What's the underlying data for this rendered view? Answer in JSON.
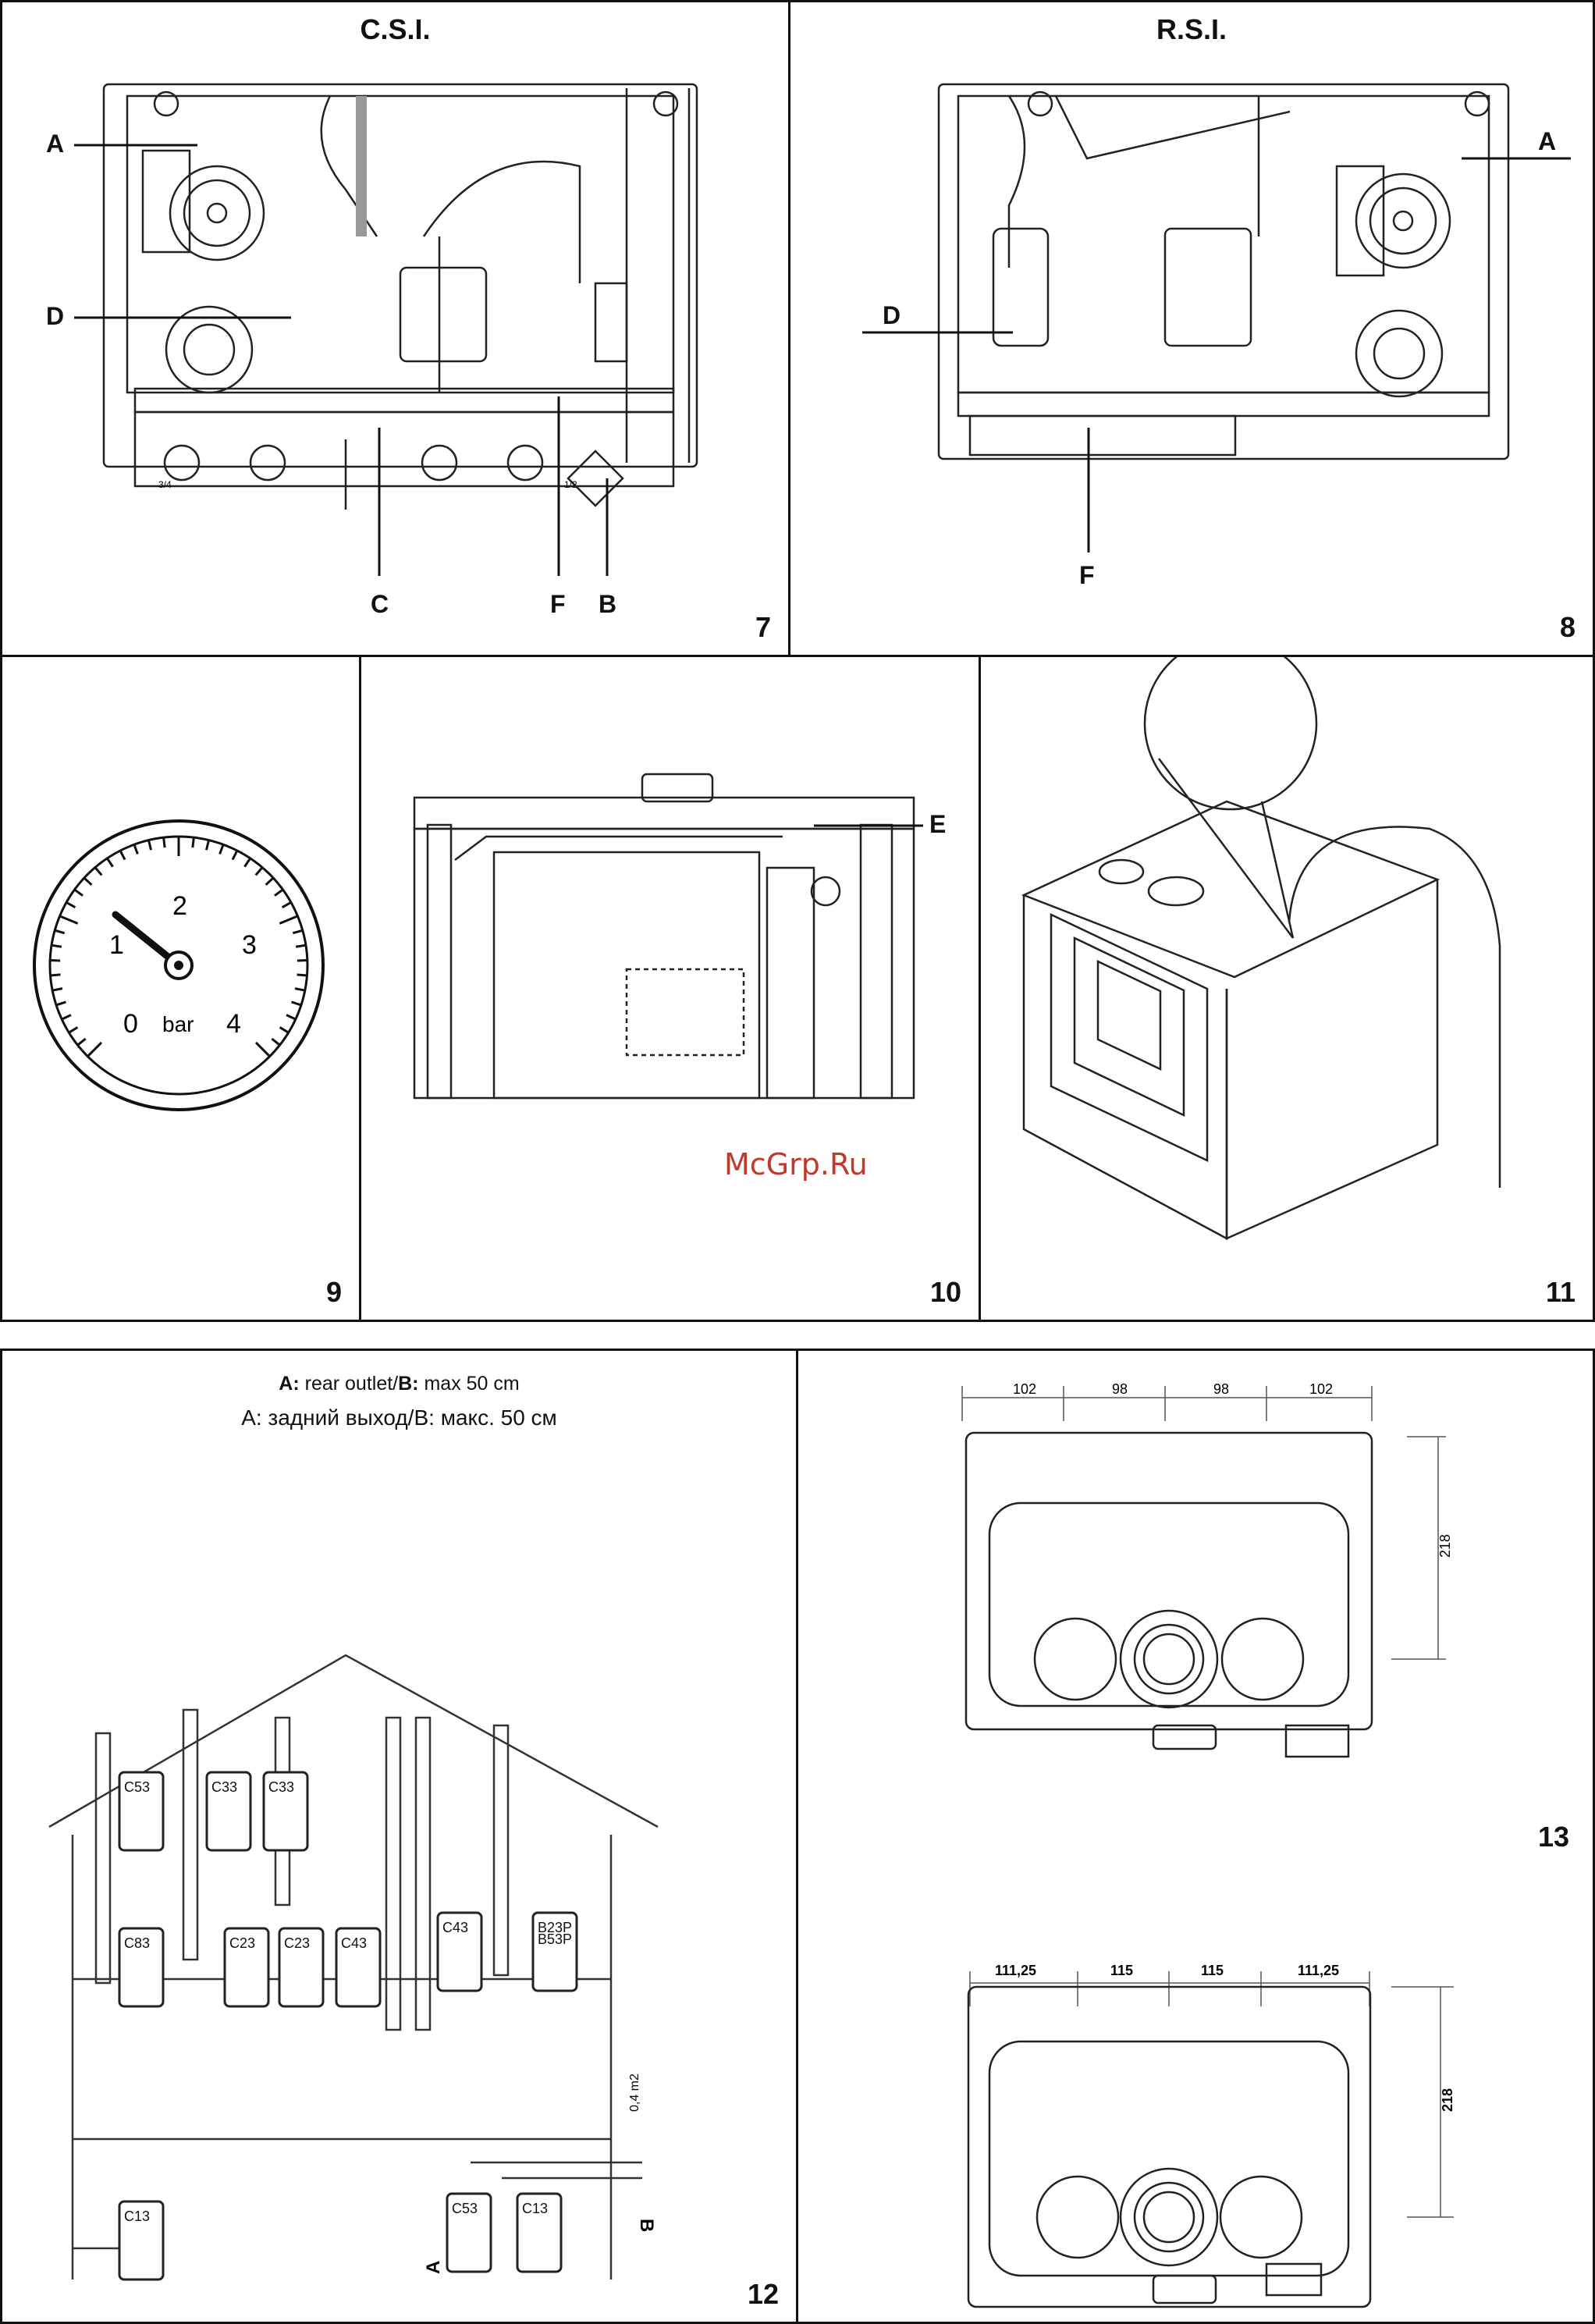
{
  "figures": {
    "fig7": {
      "number": "7",
      "title": "C.S.I.",
      "callouts": {
        "A": "A",
        "D": "D",
        "C": "C",
        "F": "F",
        "B": "B"
      },
      "pipe_sizes": [
        "3/4",
        "1/2"
      ]
    },
    "fig8": {
      "number": "8",
      "title": "R.S.I.",
      "callouts": {
        "A": "A",
        "D": "D",
        "F": "F"
      }
    },
    "fig9": {
      "number": "9",
      "gauge": {
        "unit": "bar",
        "ticks": [
          "0",
          "1",
          "2",
          "3",
          "4"
        ]
      }
    },
    "fig10": {
      "number": "10",
      "callouts": {
        "E": "E"
      }
    },
    "fig11": {
      "number": "11"
    },
    "fig12": {
      "number": "12",
      "caption_en_a": "A:",
      "caption_en_a_rest": " rear outlet/",
      "caption_en_b": "B:",
      "caption_en_b_rest": " max 50 cm",
      "caption_ru": "А: задний выход/В: макс. 50 см",
      "boilers": [
        "C53",
        "C33",
        "C33",
        "C83",
        "C23",
        "C23",
        "C43",
        "C43",
        "B23P",
        "B53P",
        "C13",
        "C53",
        "C13"
      ],
      "vent_area": "0,4 m2",
      "side_labels": {
        "A": "A",
        "B": "B"
      }
    },
    "fig13": {
      "number": "13",
      "top_dims": [
        "102",
        "98",
        "98",
        "102"
      ],
      "top_height": "218",
      "bottom_dims": [
        "111,25",
        "115",
        "115",
        "111,25"
      ],
      "bottom_height": "218"
    }
  },
  "watermark": "McGrp.Ru"
}
